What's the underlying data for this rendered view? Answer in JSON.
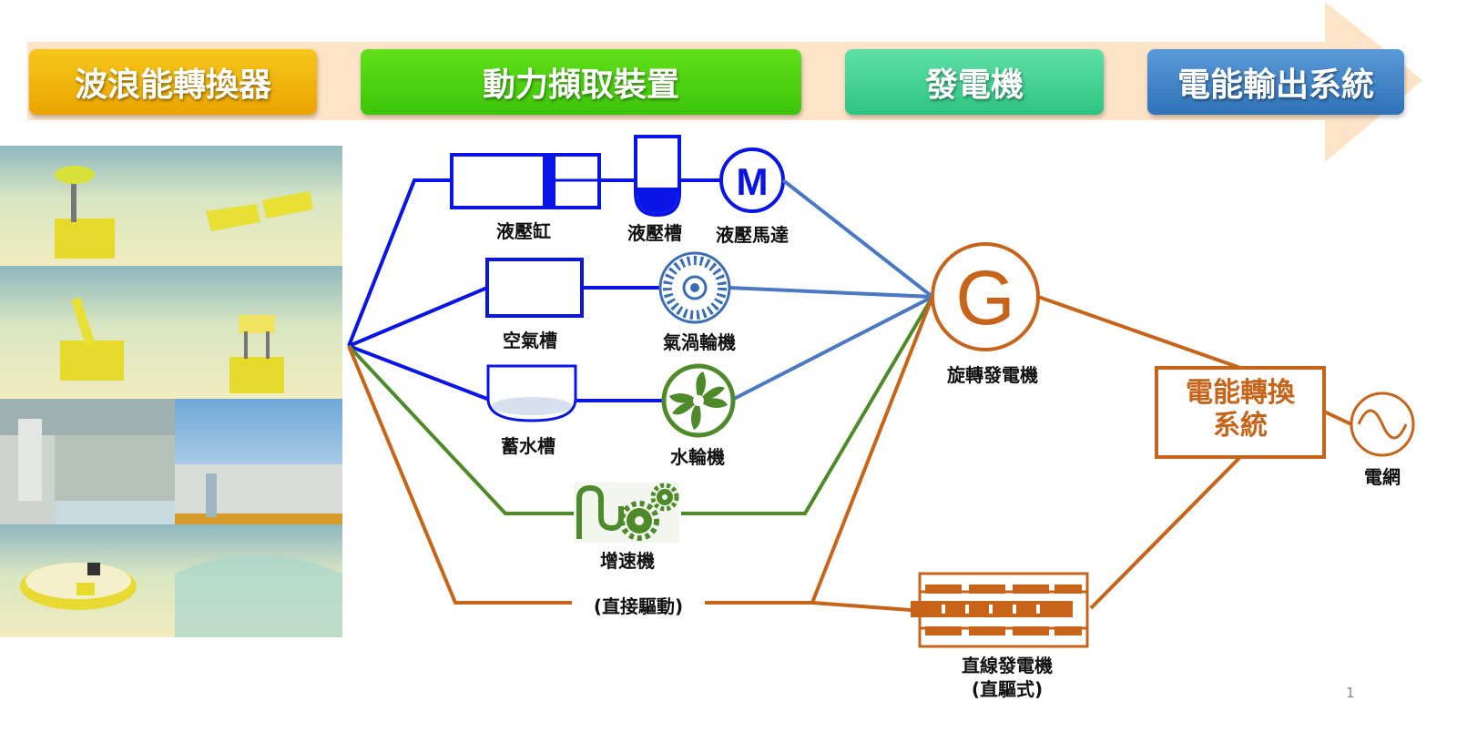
{
  "stages": [
    {
      "label": "波浪能轉換器",
      "color": "#f2b400"
    },
    {
      "label": "動力擷取裝置",
      "color": "#4ccf12"
    },
    {
      "label": "發電機",
      "color": "#3fcf92"
    },
    {
      "label": "電能輸出系統",
      "color": "#3c82c8"
    }
  ],
  "components": {
    "hydraulic_cylinder": "液壓缸",
    "hydraulic_tank": "液壓槽",
    "hydraulic_motor": "液壓馬達",
    "motor_symbol": "M",
    "air_chamber": "空氣槽",
    "air_turbine": "氣渦輪機",
    "water_reservoir": "蓄水槽",
    "water_turbine": "水輪機",
    "gearbox": "增速機",
    "direct_drive": "(直接驅動)",
    "rotary_generator": "旋轉發電機",
    "generator_symbol": "G",
    "power_conversion_line1": "電能轉換",
    "power_conversion_line2": "系統",
    "grid": "電網",
    "linear_generator_line1": "直線發電機",
    "linear_generator_line2": "(直驅式)"
  },
  "page_number": "1",
  "colors": {
    "hydraulic_path": "#0a14e6",
    "electric_link": "#4a78c4",
    "gear_path": "#4f8a2a",
    "direct_path": "#c8641a",
    "arrow": "#fde3c8"
  },
  "icons": [
    "motor-icon",
    "air-turbine-icon",
    "water-turbine-icon",
    "gear-icon",
    "generator-icon",
    "sine-wave-icon",
    "linear-generator-icon"
  ]
}
